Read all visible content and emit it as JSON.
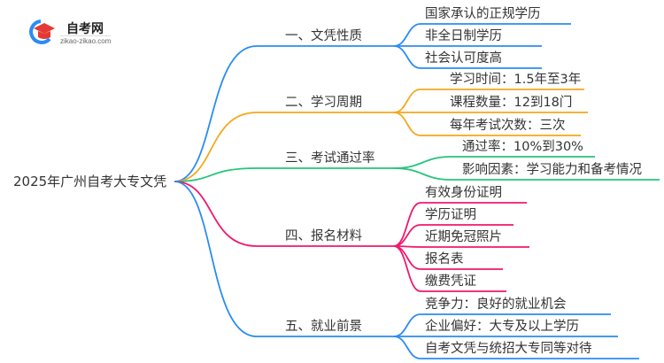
{
  "logo": {
    "name": "自考网",
    "url": "zikao-zikao.com"
  },
  "root": {
    "label": "2025年广州自考大专文凭"
  },
  "colors": {
    "blue": "#2a8cf5",
    "orange": "#f5a81c",
    "green": "#27c47a",
    "pink": "#f0186e"
  },
  "branches": [
    {
      "label": "一、文凭性质",
      "color": "#2a8cf5",
      "leaves": [
        "国家承认的正规学历",
        "非全日制学历",
        "社会认可度高"
      ]
    },
    {
      "label": "二、学习周期",
      "color": "#f5a81c",
      "leaves": [
        "学习时间：1.5年至3年",
        "课程数量：12到18门",
        "每年考试次数：三次"
      ]
    },
    {
      "label": "三、考试通过率",
      "color": "#27c47a",
      "leaves": [
        "通过率：10%到30%",
        "影响因素：学习能力和备考情况"
      ]
    },
    {
      "label": "四、报名材料",
      "color": "#f0186e",
      "leaves": [
        "有效身份证明",
        "学历证明",
        "近期免冠照片",
        "报名表",
        "缴费凭证"
      ]
    },
    {
      "label": "五、就业前景",
      "color": "#2a8cf5",
      "leaves": [
        "竞争力：良好的就业机会",
        "企业偏好：大专及以上学历",
        "自考文凭与统招大专同等对待"
      ]
    }
  ]
}
